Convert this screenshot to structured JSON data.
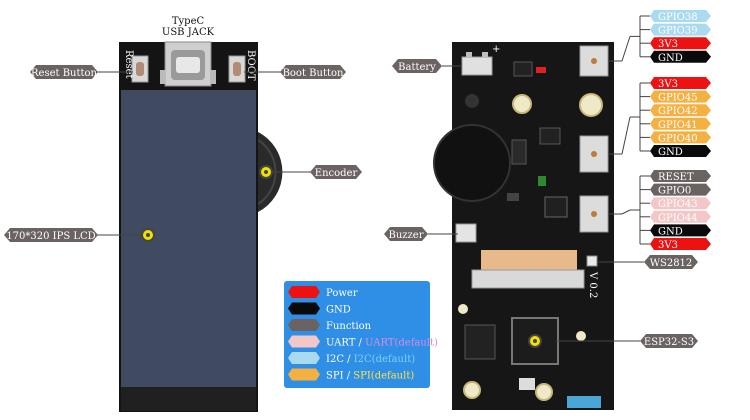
{
  "left_board": {
    "typec_label_1": "TypeC",
    "typec_label_2": "USB JACK",
    "reset_side": "Reset",
    "boot_side": "BOOT",
    "callouts": {
      "reset": "Reset Button",
      "boot": "Boot Button",
      "encoder": "Encoder",
      "lcd": "170*320 IPS LCD"
    }
  },
  "right_board": {
    "callouts": {
      "battery": "Battery",
      "buzzer": "Buzzer",
      "ws2812": "WS2812",
      "esp32": "ESP32-S3"
    },
    "silk_version": "V 0.2",
    "silk_plus": "+"
  },
  "pins": {
    "header1": [
      {
        "label": "GPIO38",
        "type": "i2c"
      },
      {
        "label": "GPIO39",
        "type": "i2c"
      },
      {
        "label": "3V3",
        "type": "power"
      },
      {
        "label": "GND",
        "type": "gnd"
      }
    ],
    "header2": [
      {
        "label": "3V3",
        "type": "power"
      },
      {
        "label": "GPIO45",
        "type": "spi"
      },
      {
        "label": "GPIO42",
        "type": "spi"
      },
      {
        "label": "GPIO41",
        "type": "spi"
      },
      {
        "label": "GPIO40",
        "type": "spi"
      },
      {
        "label": "GND",
        "type": "gnd"
      }
    ],
    "header3": [
      {
        "label": "RESET",
        "type": "function"
      },
      {
        "label": "GPIO0",
        "type": "function"
      },
      {
        "label": "GPIO43",
        "type": "uart"
      },
      {
        "label": "GPIO44",
        "type": "uart"
      },
      {
        "label": "GND",
        "type": "gnd"
      },
      {
        "label": "3V3",
        "type": "power"
      }
    ]
  },
  "legend": {
    "items": [
      {
        "swatch": "power",
        "text": "Power",
        "text2": ""
      },
      {
        "swatch": "gnd",
        "text": "GND",
        "text2": ""
      },
      {
        "swatch": "function",
        "text": "Function",
        "text2": ""
      },
      {
        "swatch": "uart",
        "text": "UART",
        "sep": " / ",
        "text2": "UART(default)"
      },
      {
        "swatch": "i2c",
        "text": "I2C",
        "sep": " / ",
        "text2": "I2C(default)"
      },
      {
        "swatch": "spi",
        "text": "SPI",
        "sep": " / ",
        "text2": "SPI(default)"
      }
    ]
  },
  "colors": {
    "power": "#ee1111",
    "gnd": "#0a0a0a",
    "function": "#6b6262",
    "uart": "#f3c7c7",
    "i2c": "#aadaf0",
    "spi": "#f5b042",
    "callout": "#6b6262",
    "legend_bg": "#2f8fe6",
    "lcd": "#404b61",
    "pcb": "#161616"
  }
}
